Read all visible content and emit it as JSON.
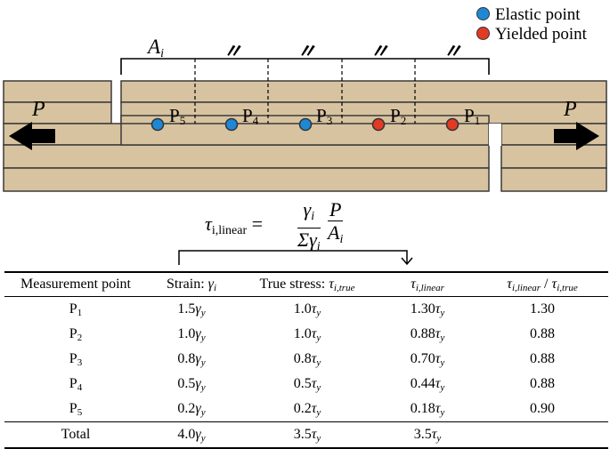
{
  "legend": {
    "items": [
      {
        "label": "Elastic point",
        "color": "#1e88d6"
      },
      {
        "label": "Yielded point",
        "color": "#e23a23"
      }
    ]
  },
  "colors": {
    "wood": "#d8c3a0",
    "outline": "#3a3a3a",
    "elastic": "#1e88d6",
    "yielded": "#e23a23"
  },
  "region": {
    "base": "A",
    "sub": "i",
    "ditto": "〃"
  },
  "force": "P",
  "points": [
    {
      "base": "P",
      "sub": "5",
      "state": "elastic"
    },
    {
      "base": "P",
      "sub": "4",
      "state": "elastic"
    },
    {
      "base": "P",
      "sub": "3",
      "state": "elastic"
    },
    {
      "base": "P",
      "sub": "2",
      "state": "yielded"
    },
    {
      "base": "P",
      "sub": "1",
      "state": "yielded"
    }
  ],
  "formula": {
    "lhs_base": "τ",
    "lhs_sub": "i,",
    "lhs_sub2": "linear",
    "eq": " =",
    "frac1_num_base": "γ",
    "frac1_num_sub": "i",
    "frac1_den_base": "Σγ",
    "frac1_den_sub": "i",
    "frac2_num": "P",
    "frac2_den_base": "A",
    "frac2_den_sub": "i"
  },
  "table": {
    "headers": [
      {
        "text": "Measurement point",
        "sym": "",
        "sub": ""
      },
      {
        "text": "Strain: ",
        "sym": "γ",
        "sub": "i"
      },
      {
        "text": "True stress: ",
        "sym": "τ",
        "sub": "i,true"
      },
      {
        "text": "",
        "sym": "τ",
        "sub": "i,linear"
      },
      {
        "text": "",
        "sym": "τ",
        "sub": "i,linear",
        "mid": " / ",
        "sym2": "τ",
        "sub2": "i,true"
      }
    ],
    "rows": [
      {
        "point_base": "P",
        "point_sub": "1",
        "strain": "1.5",
        "strain_sym": "γ",
        "strain_sub": "y",
        "true_stress": "1.0",
        "ts_sym": "τ",
        "ts_sub": "y",
        "linear": "1.30",
        "lin_sym": "τ",
        "lin_sub": "y",
        "ratio": "1.30"
      },
      {
        "point_base": "P",
        "point_sub": "2",
        "strain": "1.0",
        "strain_sym": "γ",
        "strain_sub": "y",
        "true_stress": "1.0",
        "ts_sym": "τ",
        "ts_sub": "y",
        "linear": "0.88",
        "lin_sym": "τ",
        "lin_sub": "y",
        "ratio": "0.88"
      },
      {
        "point_base": "P",
        "point_sub": "3",
        "strain": "0.8",
        "strain_sym": "γ",
        "strain_sub": "y",
        "true_stress": "0.8",
        "ts_sym": "τ",
        "ts_sub": "y",
        "linear": "0.70",
        "lin_sym": "τ",
        "lin_sub": "y",
        "ratio": "0.88"
      },
      {
        "point_base": "P",
        "point_sub": "4",
        "strain": "0.5",
        "strain_sym": "γ",
        "strain_sub": "y",
        "true_stress": "0.5",
        "ts_sym": "τ",
        "ts_sub": "y",
        "linear": "0.44",
        "lin_sym": "τ",
        "lin_sub": "y",
        "ratio": "0.88"
      },
      {
        "point_base": "P",
        "point_sub": "5",
        "strain": "0.2",
        "strain_sym": "γ",
        "strain_sub": "y",
        "true_stress": "0.2",
        "ts_sym": "τ",
        "ts_sub": "y",
        "linear": "0.18",
        "lin_sym": "τ",
        "lin_sub": "y",
        "ratio": "0.90"
      }
    ],
    "total": {
      "label": "Total",
      "strain": "4.0",
      "strain_sym": "γ",
      "strain_sub": "y",
      "true_stress": "3.5",
      "ts_sym": "τ",
      "ts_sub": "y",
      "linear": "3.5",
      "lin_sym": "τ",
      "lin_sub": "y",
      "ratio": ""
    }
  }
}
